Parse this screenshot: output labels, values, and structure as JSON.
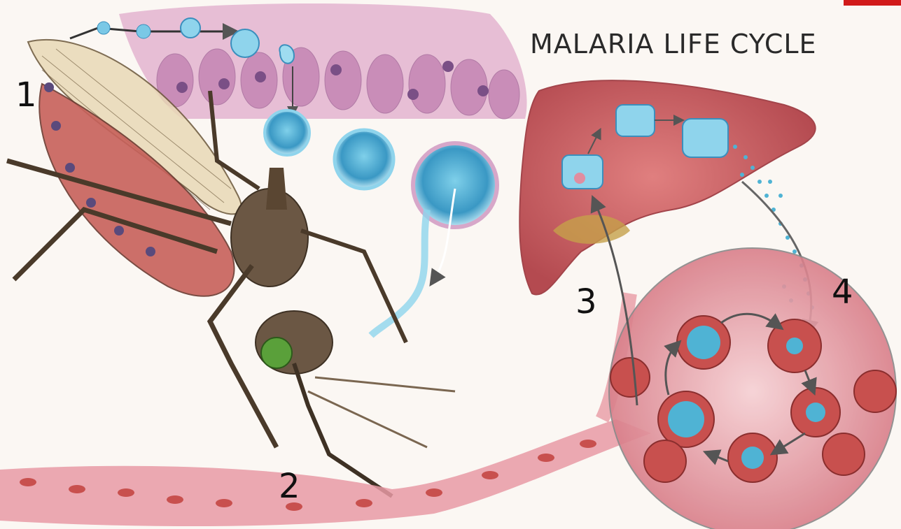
{
  "title": "MALARIA LIFE CYCLE",
  "stage_labels": [
    "1",
    "2",
    "3",
    "4"
  ],
  "colors": {
    "background": "#fbf7f3",
    "tissue_pink": "#e9a4ad",
    "liver_red": "#c9565a",
    "parasite_blue": "#4fb3d4",
    "blood_cell_red": "#c8504e",
    "mosquito_brown": "#5a4632",
    "accent_red": "#d11a1a"
  },
  "illustration": {
    "subjects": [
      "mosquito",
      "gut-tissue",
      "liver",
      "blood-vessel",
      "red-blood-cell-zoom"
    ]
  }
}
